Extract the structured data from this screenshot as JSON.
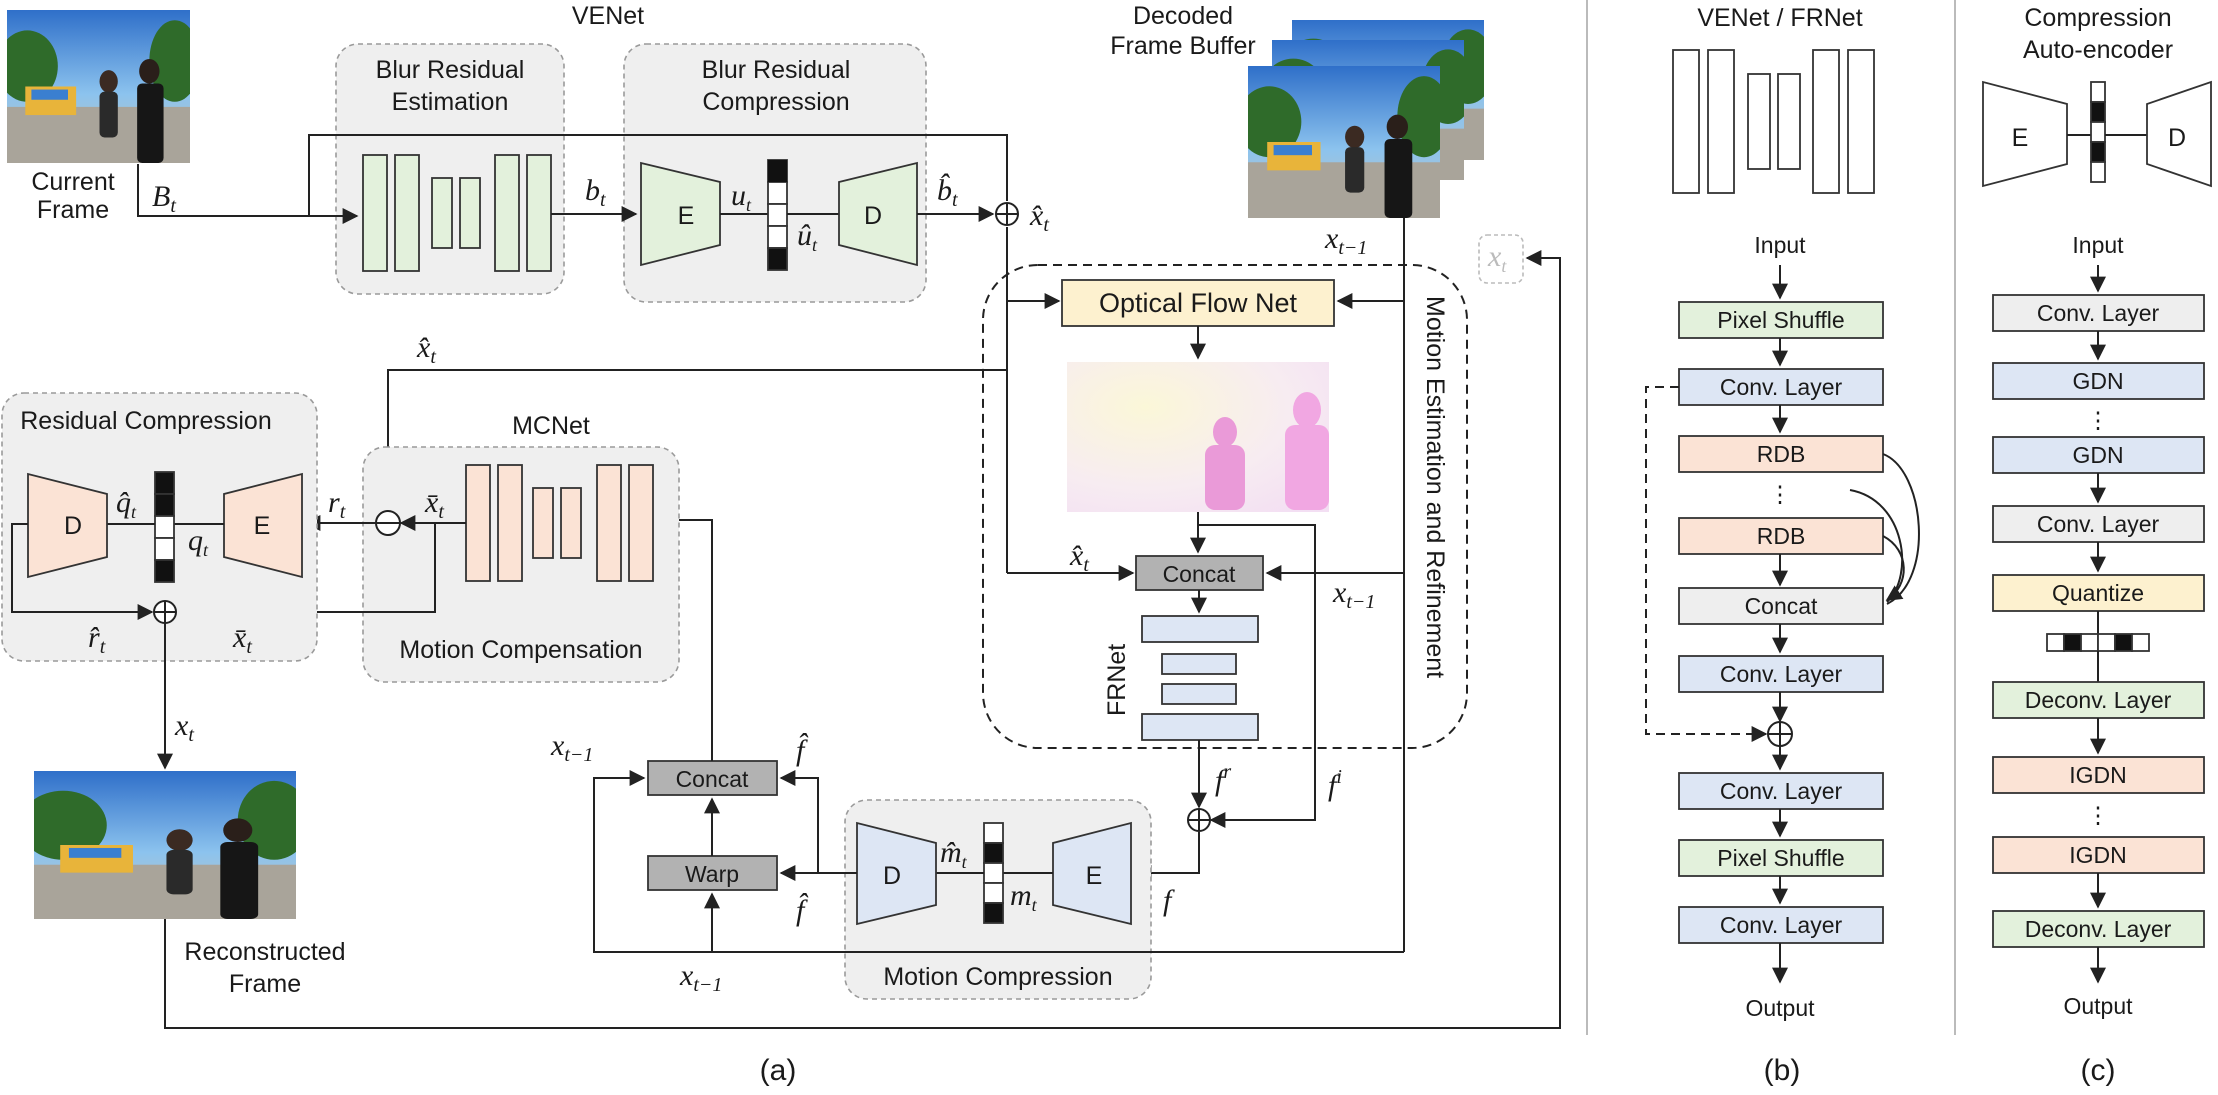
{
  "panel_a": {
    "caption": "(a)",
    "venet_title": "VENet",
    "current_frame": [
      "Current",
      "Frame"
    ],
    "decoded_buffer": [
      "Decoded",
      "Frame Buffer"
    ],
    "reconstructed_frame": [
      "Reconstructed",
      "Frame"
    ],
    "blur_residual_estimation": [
      "Blur Residual",
      "Estimation"
    ],
    "blur_residual_compression": [
      "Blur Residual",
      "Compression"
    ],
    "residual_compression": "Residual Compression",
    "mcnet": "MCNet",
    "motion_compensation": "Motion Compensation",
    "motion_compression": "Motion Compression",
    "motion_estimation": "Motion Estimation and Refinement",
    "optical_flow_net": "Optical Flow Net",
    "frnet": "FRNet",
    "concat": "Concat",
    "warp": "Warp",
    "encoder": "E",
    "decoder": "D",
    "symbols": {
      "B_t": "B_t",
      "b_t": "b_t",
      "u_t": "u_t",
      "u_hat": "û_t",
      "b_hat": "b̂_t",
      "x_hat": "x̂_t",
      "x_tm1": "x_{t−1}",
      "x_t": "x_t",
      "x_bar": "x̄_t",
      "r_t": "r_t",
      "r_hat": "r̂_t",
      "q_t": "q_t",
      "q_hat": "q̂_t",
      "m_t": "m_t",
      "m_hat": "m̂_t",
      "f": "f",
      "f_hat": "f̂",
      "f_r": "f^r",
      "f_i": "f^i"
    }
  },
  "panel_b": {
    "caption": "(b)",
    "title": "VENet / FRNet",
    "input": "Input",
    "output": "Output",
    "layers": [
      "Pixel Shuffle",
      "Conv. Layer",
      "RDB",
      "RDB",
      "Concat",
      "Conv. Layer",
      "Conv. Layer",
      "Pixel Shuffle",
      "Conv. Layer"
    ],
    "ellipsis": "⋮"
  },
  "panel_c": {
    "caption": "(c)",
    "title": [
      "Compression",
      "Auto-encoder"
    ],
    "input": "Input",
    "output": "Output",
    "encoder": "E",
    "decoder": "D",
    "layers": [
      "Conv. Layer",
      "GDN",
      "GDN",
      "Conv. Layer",
      "Quantize",
      "Deconv. Layer",
      "IGDN",
      "IGDN",
      "Deconv. Layer"
    ],
    "ellipsis": "⋮"
  },
  "colors": {
    "green": "#e3f1dc",
    "peach": "#fbe3d5",
    "blue": "#dde6f4",
    "gray": "#eeeeee",
    "yellow": "#fdf1cf",
    "dark_box": "#b2b2b2",
    "group_bg": "#efefef"
  },
  "icons": [
    "circle-plus-icon",
    "circle-minus-icon",
    "arrow-icon"
  ]
}
